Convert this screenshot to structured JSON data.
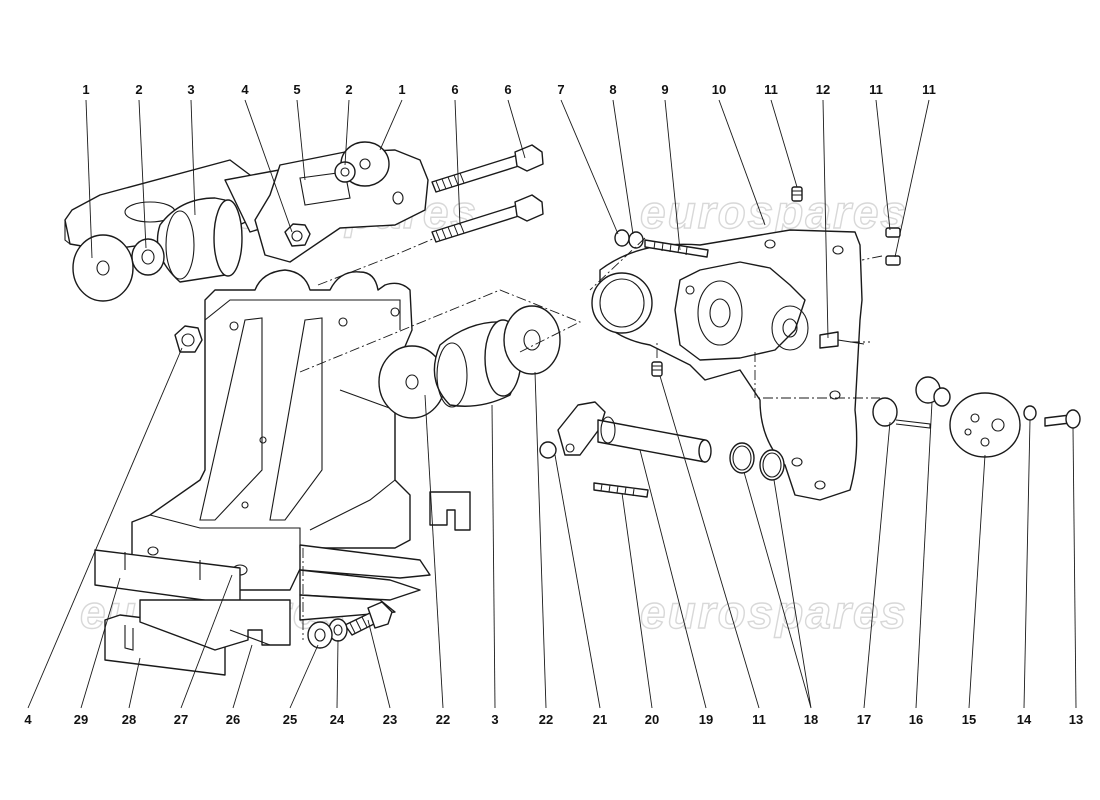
{
  "watermark": {
    "text": "eurospares"
  },
  "callouts": {
    "top": [
      "1",
      "2",
      "3",
      "4",
      "5",
      "2",
      "1",
      "6",
      "6",
      "7",
      "8",
      "9",
      "10",
      "11",
      "12",
      "11",
      "11"
    ],
    "bottom": [
      "4",
      "29",
      "28",
      "27",
      "26",
      "25",
      "24",
      "23",
      "22",
      "3",
      "22",
      "21",
      "20",
      "19",
      "11",
      "18",
      "17",
      "16",
      "15",
      "14",
      "13"
    ]
  }
}
